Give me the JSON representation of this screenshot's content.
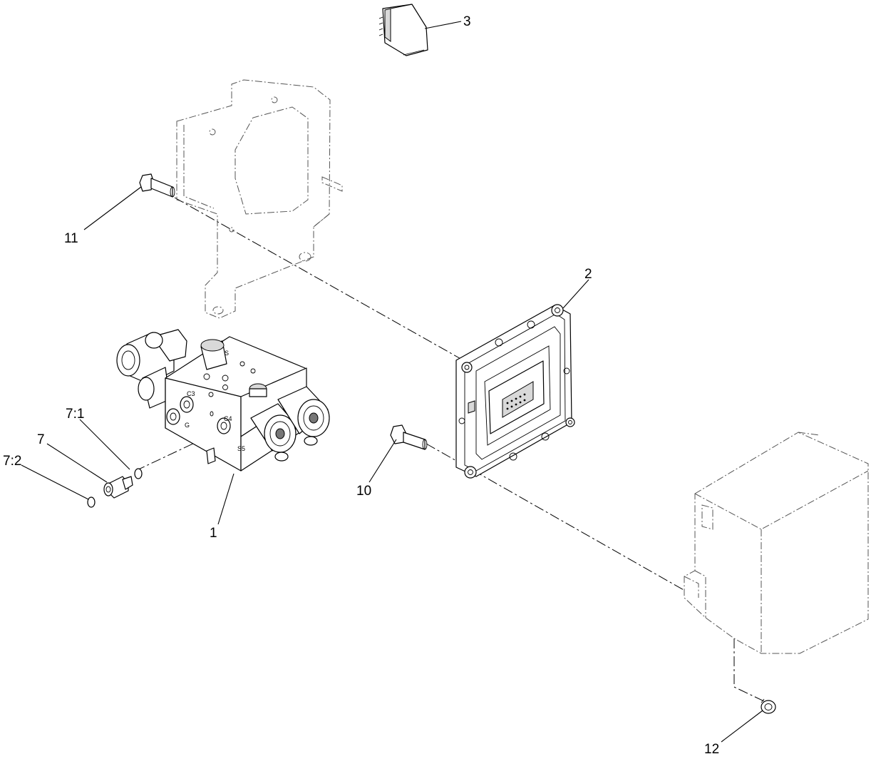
{
  "diagram": {
    "callouts": {
      "c1": "1",
      "c2": "2",
      "c3": "3",
      "c7": "7",
      "c7_1": "7:1",
      "c7_2": "7:2",
      "c10": "10",
      "c11": "11",
      "c12": "12"
    },
    "port_stamps": {
      "c3": "C3",
      "c4": "C4",
      "g": "G",
      "s5": "S5",
      "s": "S"
    }
  }
}
